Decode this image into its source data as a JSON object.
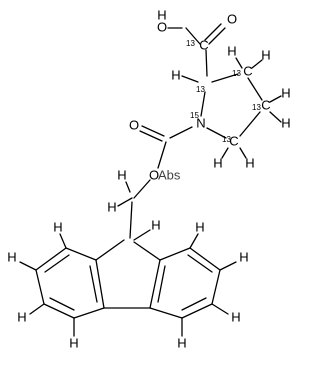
{
  "atoms": [
    {
      "id": "OH",
      "symbol": "H",
      "iso": ""
    },
    {
      "id": "O1",
      "symbol": "O",
      "iso": ""
    },
    {
      "id": "O2",
      "symbol": "O",
      "iso": ""
    },
    {
      "id": "C1",
      "symbol": "C",
      "iso": "13"
    },
    {
      "id": "CA",
      "symbol": "",
      "iso": "13"
    },
    {
      "id": "HA",
      "symbol": "H",
      "iso": ""
    },
    {
      "id": "CB",
      "symbol": "C",
      "iso": "13"
    },
    {
      "id": "HB1",
      "symbol": "H",
      "iso": ""
    },
    {
      "id": "HB2",
      "symbol": "H",
      "iso": ""
    },
    {
      "id": "CG",
      "symbol": "C",
      "iso": "13"
    },
    {
      "id": "HG1",
      "symbol": "H",
      "iso": ""
    },
    {
      "id": "HG2",
      "symbol": "H",
      "iso": ""
    },
    {
      "id": "CD",
      "symbol": "C",
      "iso": "13"
    },
    {
      "id": "HD1",
      "symbol": "H",
      "iso": ""
    },
    {
      "id": "HD2",
      "symbol": "H",
      "iso": ""
    },
    {
      "id": "N",
      "symbol": "N",
      "iso": "15"
    },
    {
      "id": "O3",
      "symbol": "O",
      "iso": ""
    },
    {
      "id": "H10",
      "symbol": "H",
      "iso": ""
    },
    {
      "id": "H11",
      "symbol": "H",
      "iso": ""
    },
    {
      "id": "H12",
      "symbol": "H",
      "iso": ""
    },
    {
      "id": "H13",
      "symbol": "H",
      "iso": ""
    },
    {
      "id": "H14",
      "symbol": "H",
      "iso": ""
    },
    {
      "id": "H15",
      "symbol": "H",
      "iso": ""
    },
    {
      "id": "H16",
      "symbol": "H",
      "iso": ""
    },
    {
      "id": "H17",
      "symbol": "H",
      "iso": ""
    },
    {
      "id": "H18",
      "symbol": "H",
      "iso": ""
    }
  ],
  "watermark": "Abs"
}
